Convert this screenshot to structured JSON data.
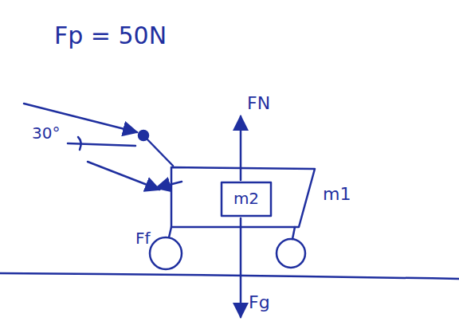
{
  "diagram": {
    "nodes": [
      {
        "text": [
          "m1"
        ]
      },
      {
        "text": [
          "m2"
        ],
        "in": 0
      }
    ],
    "labels": [
      "Fp = 50N",
      "30°",
      "FN",
      "Ff",
      "Fg"
    ]
  }
}
